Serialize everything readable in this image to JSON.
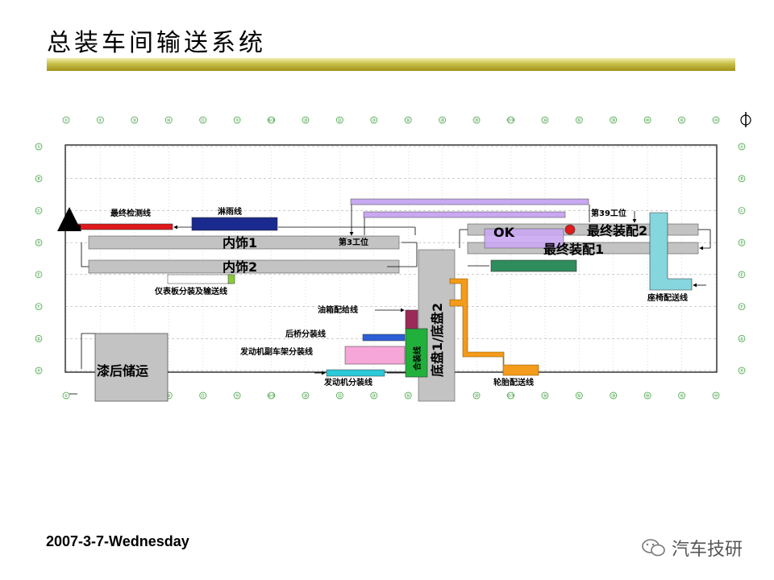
{
  "title": "总装车间输送系统",
  "footer": {
    "date": "2007-3-7-Wednesday",
    "brand": "汽车技研"
  },
  "column_axis_labels": [
    "①",
    "②",
    "③",
    "⑩",
    "⑫",
    "⑭",
    "⑯⑱",
    "⑳",
    "㉒",
    "㉔",
    "㉖",
    "㉘",
    "㉚",
    "⑬⑭",
    "㉞",
    "㊱",
    "㊳",
    "㊵",
    "㊷",
    "㊹"
  ],
  "row_axis_labels": [
    "Ⓐ",
    "Ⓑ",
    "Ⓒ",
    "Ⓓ",
    "Ⓔ",
    "Ⓕ",
    "Ⓖ",
    "Ⓗ"
  ],
  "labels": {
    "final_inspection": "最终检测线",
    "rain_test": "淋雨线",
    "trim1": "内饰1",
    "trim2": "内饰2",
    "station3": "第3工位",
    "station39": "第39工位",
    "ok": "OK",
    "final_assy2": "最终装配2",
    "final_assy1": "最终装配1",
    "dashboard": "仪表板分装及输送线",
    "fuel_tank": "油箱配给线",
    "rear_axle": "后桥分装线",
    "engine_subframe": "发动机副车架分装线",
    "engine": "发动机分装线",
    "merge": "合装线",
    "chassis": "底盘1/底盘2",
    "paint_storage": "漆后储运",
    "wheel": "轮胎配送线",
    "seat": "座椅配送线"
  }
}
